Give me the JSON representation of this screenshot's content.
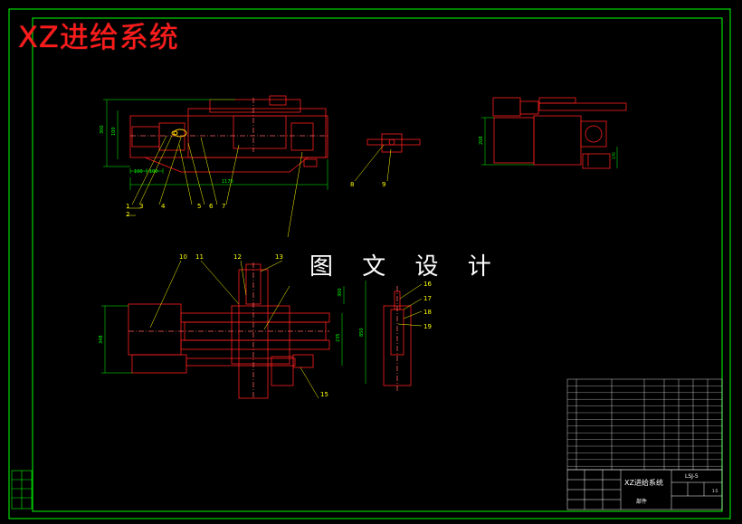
{
  "drawing": {
    "title": "XZ进给系统",
    "watermark": "图 文 设 计",
    "colors": {
      "background": "#000000",
      "frame": "#00ff00",
      "part": "#ff0000",
      "dimension": "#00ff00",
      "leader": "#ffff00",
      "title_text": "#ff1a1a"
    }
  },
  "dimensions": {
    "height_a": "300",
    "height_b": "100",
    "gap_a": "100",
    "gap_b": "100",
    "length_total": "1170",
    "side_height": "208",
    "side_small": "170",
    "bottom_height": "348",
    "bottom_width": "235",
    "bottom_tall": "850",
    "bottom_top": "300"
  },
  "balloons": [
    "1",
    "2",
    "3",
    "4",
    "5",
    "6",
    "7",
    "8",
    "9",
    "10",
    "11",
    "12",
    "13",
    "15",
    "16",
    "17",
    "18",
    "19"
  ],
  "title_block": {
    "name": "XZ进给系统",
    "code": "LSJ-5",
    "label": "部件",
    "scale": "1:5"
  }
}
